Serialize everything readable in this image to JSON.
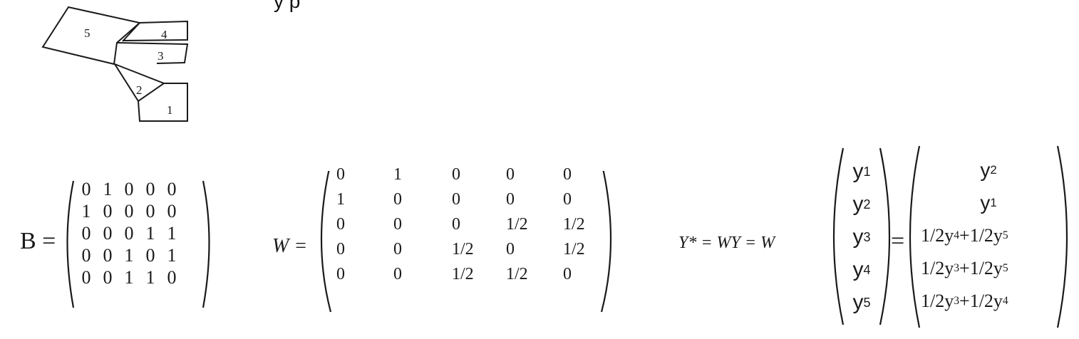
{
  "top_fragment": "y   p",
  "map": {
    "regions": [
      {
        "id": "region-5",
        "label": "5"
      },
      {
        "id": "region-4",
        "label": "4"
      },
      {
        "id": "region-3",
        "label": "3"
      },
      {
        "id": "region-2",
        "label": "2"
      },
      {
        "id": "region-1",
        "label": "1"
      }
    ]
  },
  "B": {
    "lhs": "B =",
    "rows": [
      [
        "0",
        "1",
        "0",
        "0",
        "0"
      ],
      [
        "1",
        "0",
        "0",
        "0",
        "0"
      ],
      [
        "0",
        "0",
        "0",
        "1",
        "1"
      ],
      [
        "0",
        "0",
        "1",
        "0",
        "1"
      ],
      [
        "0",
        "0",
        "1",
        "1",
        "0"
      ]
    ]
  },
  "W": {
    "lhs": "W =",
    "rows": [
      [
        "0",
        "1",
        "0",
        "0",
        "0"
      ],
      [
        "1",
        "0",
        "0",
        "0",
        "0"
      ],
      [
        "0",
        "0",
        "0",
        "1/2",
        "1/2"
      ],
      [
        "0",
        "0",
        "1/2",
        "0",
        "1/2"
      ],
      [
        "0",
        "0",
        "1/2",
        "1/2",
        "0"
      ]
    ]
  },
  "Y": {
    "lhs": "Y* = WY = W",
    "equals": "=",
    "vector": [
      "y1",
      "y2",
      "y3",
      "y4",
      "y5"
    ],
    "result": [
      "y2",
      "y1",
      "1/2y4 +1/2y5",
      "1/2y3 +1/2y5",
      "1/2y3 +1/2y4"
    ]
  }
}
